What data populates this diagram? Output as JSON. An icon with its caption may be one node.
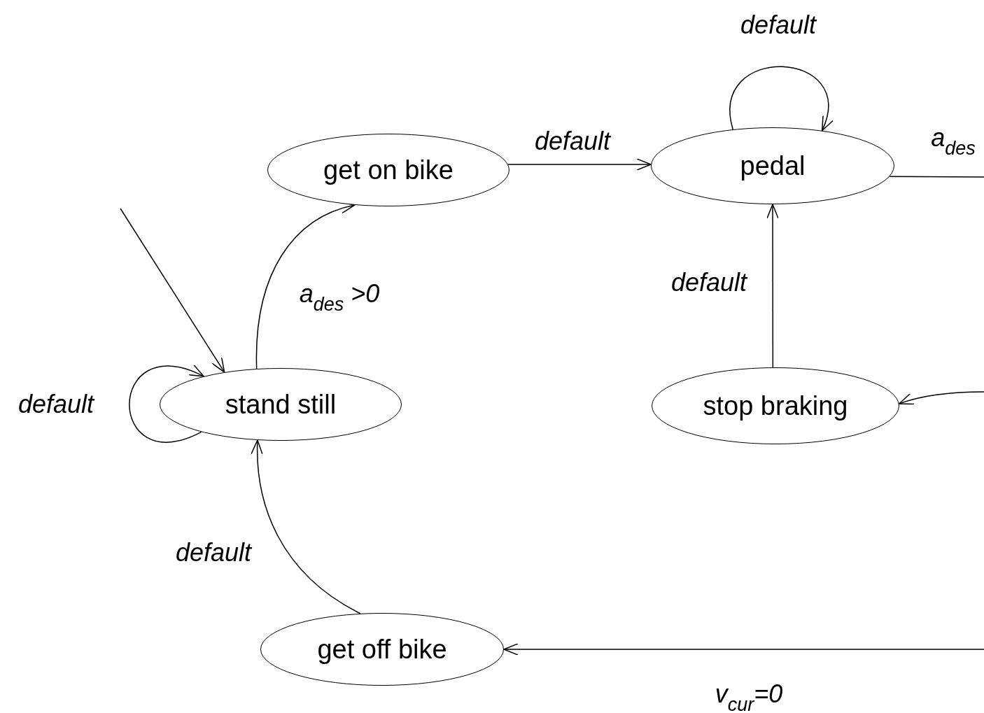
{
  "diagram": {
    "nodes": [
      {
        "text": [
          "get on bike"
        ]
      },
      {
        "text": [
          "pedal"
        ]
      },
      {
        "text": [
          "stand still"
        ]
      },
      {
        "text": [
          "stop braking"
        ]
      },
      {
        "text": [
          "get off bike"
        ]
      }
    ],
    "edges": [
      {
        "from": null,
        "to": 2,
        "arrow": "to"
      },
      {
        "from": 2,
        "to": 2,
        "label": "default",
        "arrow": "to"
      },
      {
        "from": 2,
        "to": 0,
        "label": "a$_{des}$ >0",
        "arrow": "to"
      },
      {
        "from": 0,
        "to": 1,
        "label": "default",
        "arrow": "to"
      },
      {
        "from": 1,
        "to": 1,
        "label": "default",
        "arrow": "to"
      },
      {
        "from": 3,
        "to": 1,
        "label": "default",
        "arrow": "to"
      },
      {
        "from": 1,
        "to": null,
        "label": "a$_{des}$",
        "arrow": "none"
      },
      {
        "from": null,
        "to": 3,
        "arrow": "to"
      },
      {
        "from": null,
        "to": 4,
        "label": "v$_{cur}$=0",
        "arrow": "to"
      },
      {
        "from": 4,
        "to": 2,
        "label": "default",
        "arrow": "to"
      }
    ]
  }
}
